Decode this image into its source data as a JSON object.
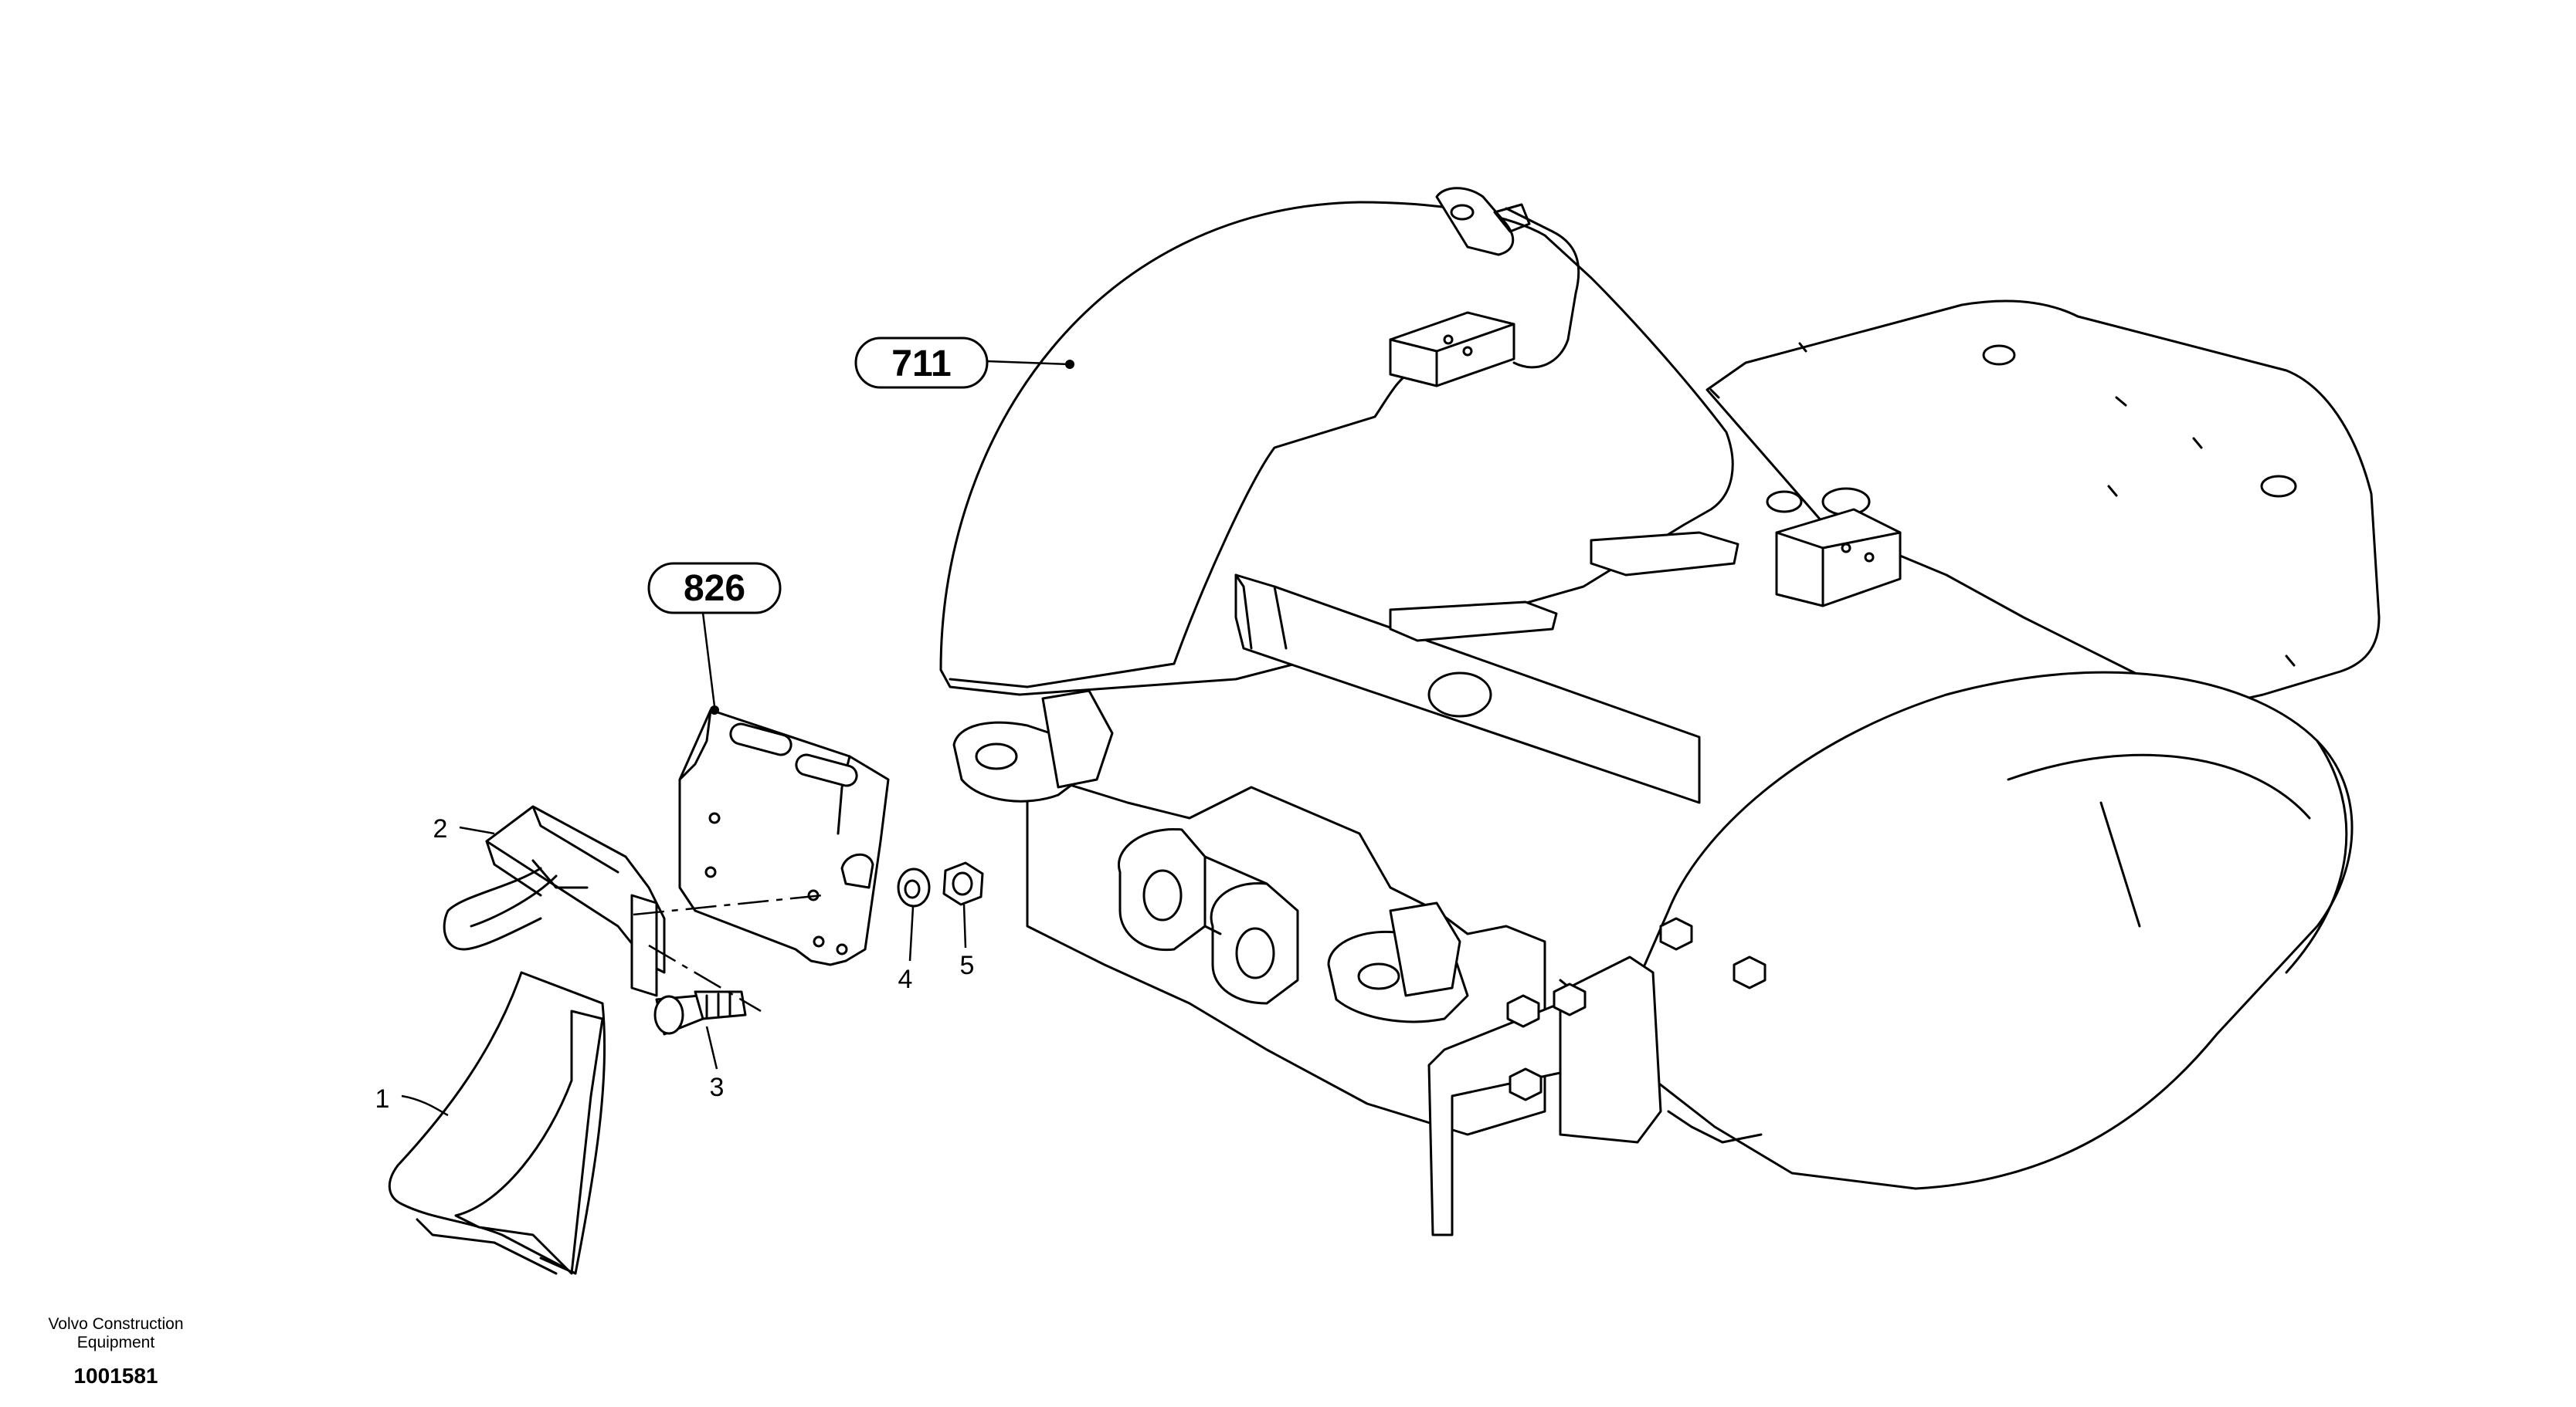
{
  "callouts": [
    {
      "id": "711",
      "label": "711"
    },
    {
      "id": "826",
      "label": "826"
    }
  ],
  "part_numbers": [
    "1",
    "2",
    "3",
    "4",
    "5"
  ],
  "footer": {
    "brand_line1": "Volvo Construction",
    "brand_line2": "Equipment",
    "document_number": "1001581"
  }
}
